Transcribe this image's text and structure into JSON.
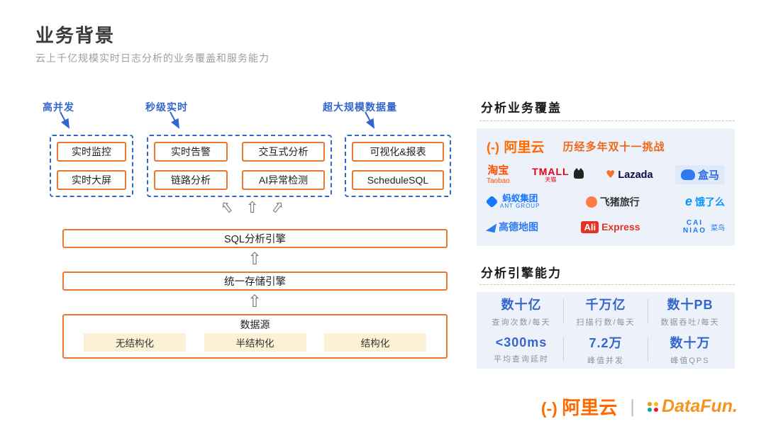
{
  "colors": {
    "accent_blue": "#3366CC",
    "box_orange": "#E8782F",
    "alibaba_orange": "#FF6A00",
    "panel_bg": "#EDF1F9",
    "datasource_yellow": "#FBF1D5"
  },
  "icons": {
    "up_arrow": "⇧",
    "heart": "♥"
  },
  "header": {
    "title": "业务背景",
    "subtitle": "云上千亿规模实时日志分析的业务覆盖和服务能力"
  },
  "diagram": {
    "clusters": [
      {
        "label": "高并发",
        "items": [
          "实时监控",
          "实时大屏"
        ]
      },
      {
        "label": "秒级实时",
        "items": [
          "实时告警",
          "交互式分析",
          "链路分析",
          "AI异常检测"
        ]
      },
      {
        "label": "超大规模数据量",
        "items": [
          "可视化&报表",
          "ScheduleSQL"
        ]
      }
    ],
    "engines": [
      "SQL分析引擎",
      "统一存储引擎"
    ],
    "datasource": {
      "label": "数据源",
      "types": [
        "无结构化",
        "半结构化",
        "结构化"
      ]
    }
  },
  "coverage": {
    "heading": "分析业务覆盖",
    "brand_mark": "(-)",
    "brand": "阿里云",
    "tagline": "历经多年双十一挑战",
    "logos": {
      "taobao": {
        "cn": "淘宝",
        "en": "Taobao"
      },
      "tmall": {
        "en": "TMALL",
        "cn": "天猫"
      },
      "lazada": {
        "en": "Lazada"
      },
      "hema": {
        "cn": "盒马"
      },
      "ant": {
        "cn": "蚂蚁集团",
        "en": "ANT GROUP"
      },
      "fliggy": {
        "cn": "飞猪旅行"
      },
      "eleme": {
        "mark": "e",
        "cn": "饿了么"
      },
      "amap": {
        "cn": "高德地图"
      },
      "aliexpress": {
        "part1": "Ali",
        "part2": "Express"
      },
      "cainiao": {
        "en1": "CAI",
        "en2": "NIAO",
        "cn": "菜鸟"
      }
    }
  },
  "capability": {
    "heading": "分析引擎能力",
    "stats": [
      {
        "value": "数十亿",
        "label": "查询次数/每天"
      },
      {
        "value": "千万亿",
        "label": "扫描行数/每天"
      },
      {
        "value": "数十PB",
        "label": "数据吞吐/每天"
      },
      {
        "value": "<300ms",
        "label": "平均查询延时"
      },
      {
        "value": "7.2万",
        "label": "峰值并发"
      },
      {
        "value": "数十万",
        "label": "峰值QPS"
      }
    ]
  },
  "footer": {
    "alibaba_mark": "(-)",
    "alibaba": "阿里云",
    "separator": "|",
    "datafun": "DataFun."
  }
}
